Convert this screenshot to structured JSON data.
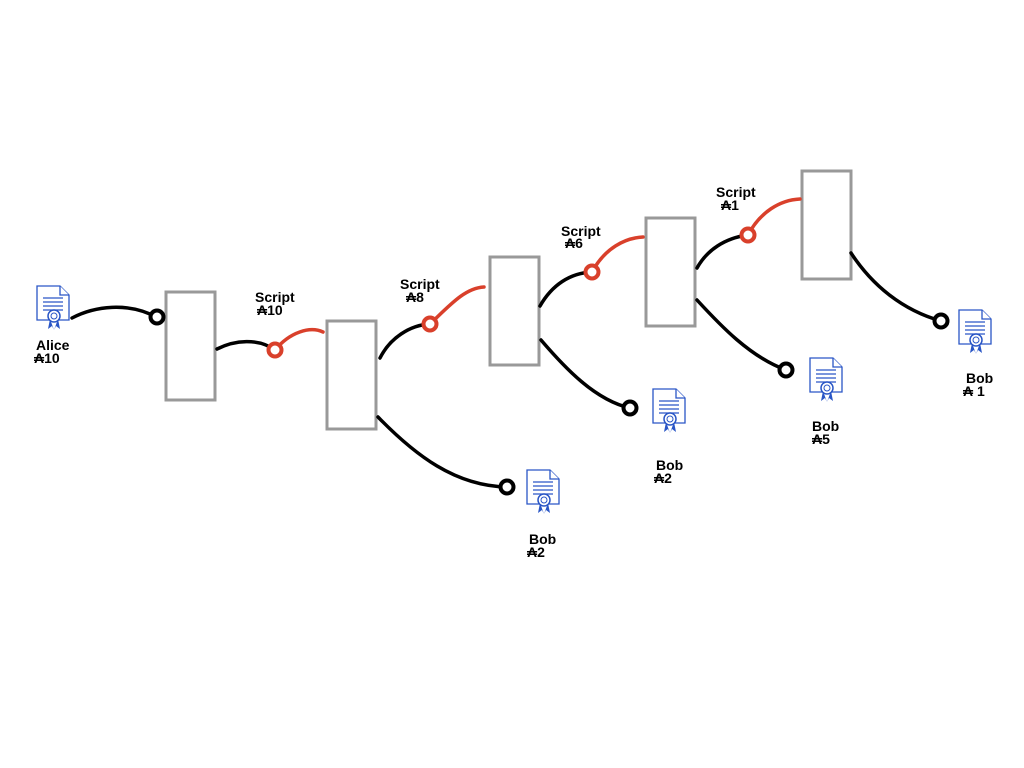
{
  "colors": {
    "black_wire": "#000000",
    "script_wire": "#d9402b",
    "transaction_box": "#999999",
    "certificate_icon": "#2a56c6"
  },
  "icon_names": {
    "certificate": "certificate-icon"
  },
  "alice": {
    "name": "Alice",
    "amount": "₳10"
  },
  "scripts": [
    {
      "name": "Script",
      "amount": "₳10"
    },
    {
      "name": "Script",
      "amount": "₳8"
    },
    {
      "name": "Script",
      "amount": "₳6"
    },
    {
      "name": "Script",
      "amount": "₳1"
    }
  ],
  "bobs": [
    {
      "name": "Bob",
      "amount": "₳2"
    },
    {
      "name": "Bob",
      "amount": "₳2"
    },
    {
      "name": "Bob",
      "amount": "₳5"
    },
    {
      "name": "Bob",
      "amount": "₳ 1"
    }
  ]
}
